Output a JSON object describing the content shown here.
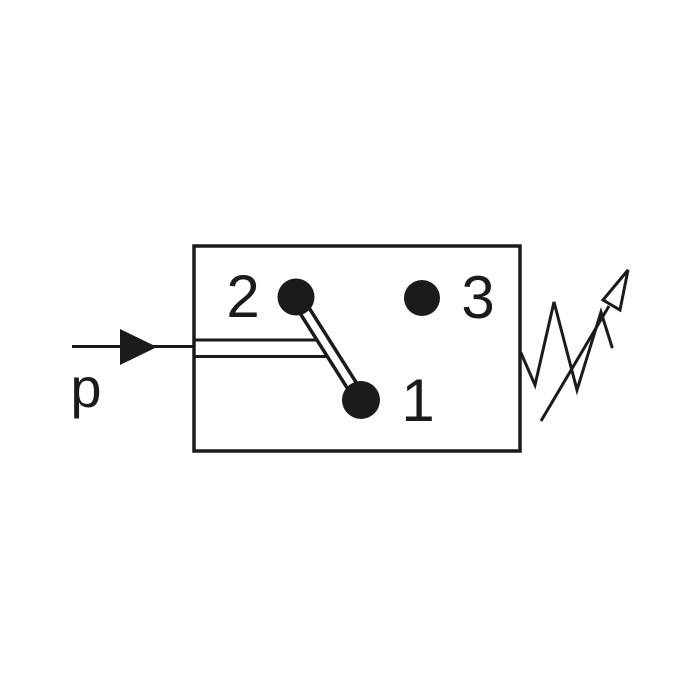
{
  "diagram": {
    "labels": {
      "pressure_input": "p",
      "contact_1": "1",
      "contact_2": "2",
      "contact_3": "3"
    },
    "colors": {
      "ink": "#1b1b1b",
      "background": "#ffffff"
    },
    "icons": {
      "input_flow": "solid-right-arrowhead",
      "spring": "zigzag-spring",
      "adjustability": "diagonal-open-arrow"
    }
  }
}
